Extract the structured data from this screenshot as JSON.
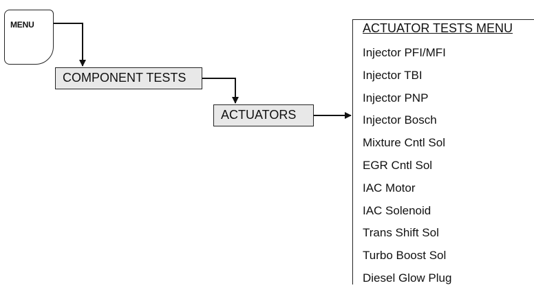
{
  "menu_key": {
    "label": "MENU"
  },
  "component_tests": {
    "label": "COMPONENT TESTS"
  },
  "actuators": {
    "label": "ACTUATORS"
  },
  "actuator_menu": {
    "title": "ACTUATOR TESTS MENU",
    "items": [
      "Injector PFI/MFI",
      "Injector TBI",
      "Injector PNP",
      "Injector Bosch",
      "Mixture Cntl Sol",
      "EGR Cntl Sol",
      "IAC Motor",
      "IAC Solenoid",
      "Trans Shift Sol",
      "Turbo Boost Sol",
      "Diesel Glow Plug"
    ]
  }
}
